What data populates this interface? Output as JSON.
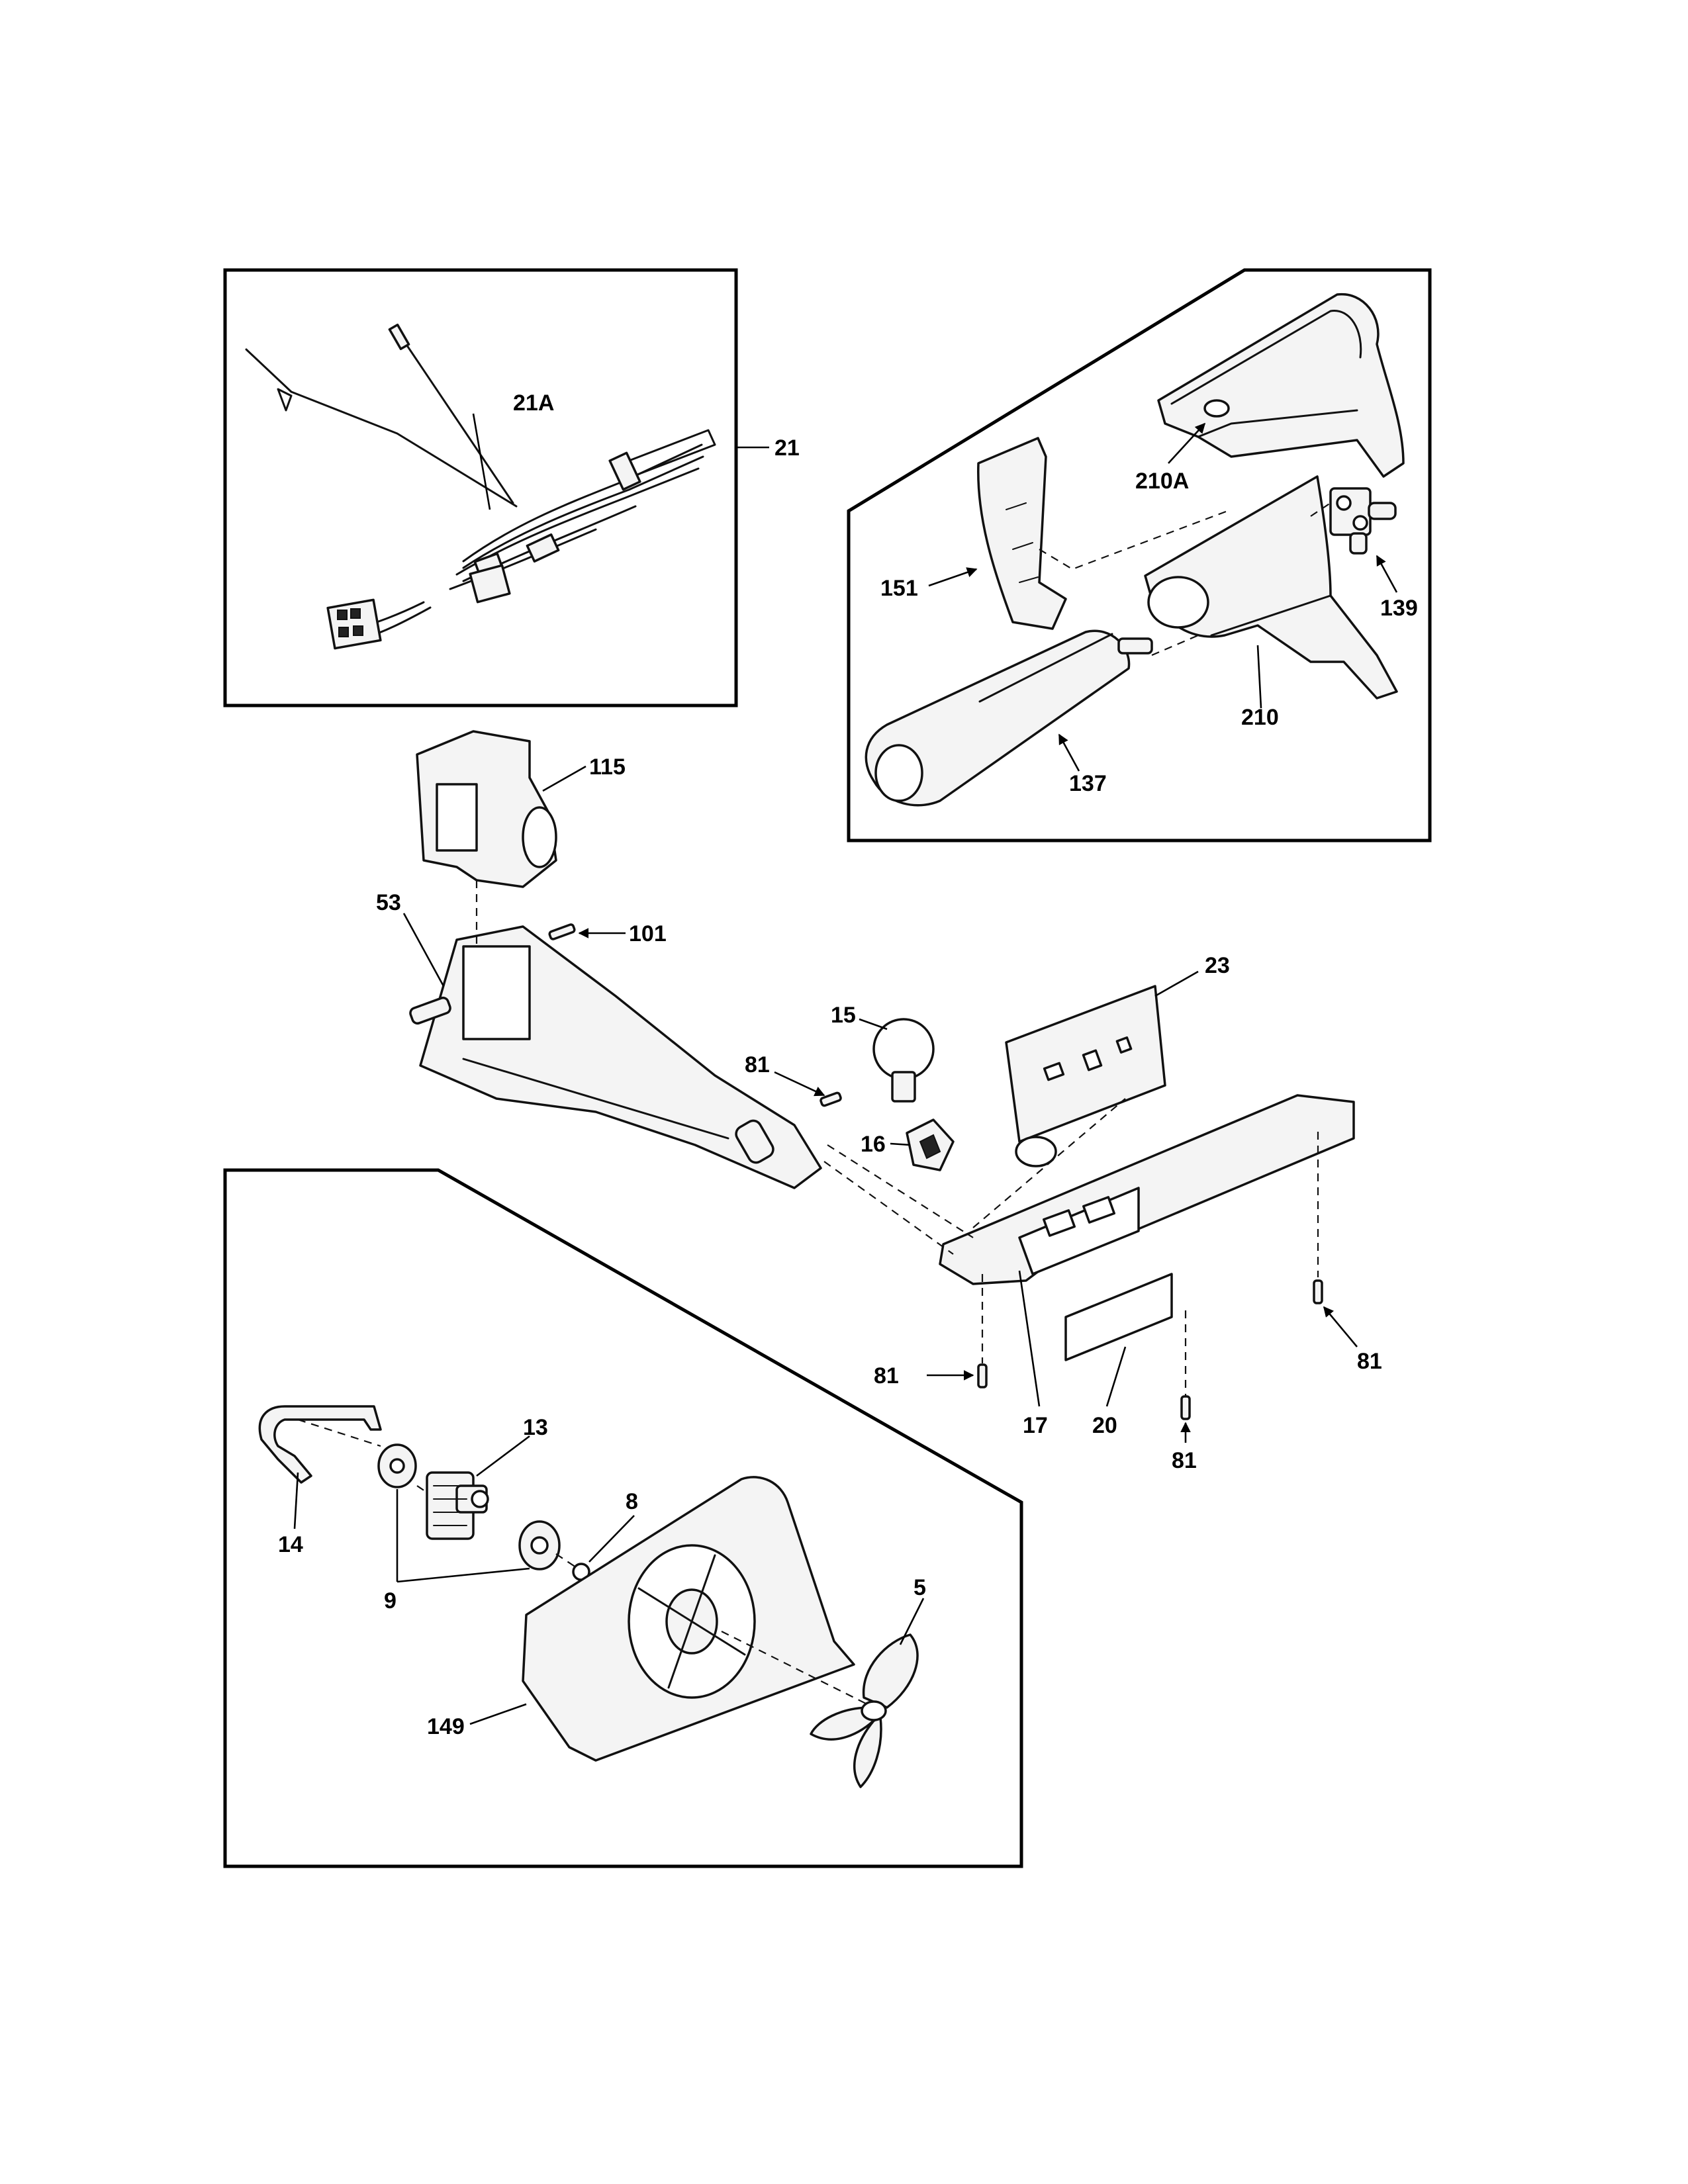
{
  "labels": {
    "p21A": "21A",
    "p21": "21",
    "p210A": "210A",
    "p151": "151",
    "p139": "139",
    "p210": "210",
    "p137": "137",
    "p115": "115",
    "p53": "53",
    "p101": "101",
    "p23": "23",
    "p15": "15",
    "p81a": "81",
    "p16": "16",
    "p81b": "81",
    "p17": "17",
    "p20": "20",
    "p81c": "81",
    "p81d": "81",
    "p13": "13",
    "p14": "14",
    "p8": "8",
    "p9": "9",
    "p5": "5",
    "p149": "149"
  }
}
